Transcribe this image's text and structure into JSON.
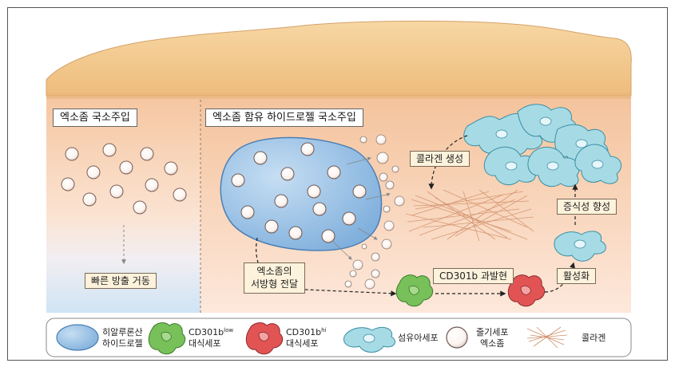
{
  "panels": {
    "left_title": "엑소좀 국소주입",
    "right_title": "엑소좀 함유 하이드로젤 국소주입"
  },
  "labels": {
    "fast_release": "빠른 방출 거동",
    "paracrine_line1": "엑소좀의",
    "paracrine_line2": "서방형 전달",
    "collagen_production": "콜라겐 생성",
    "cd301b_overexpression": "CD301b 과발현",
    "activation": "활성화",
    "proliferation": "증식성 향성"
  },
  "legend": {
    "hydrogel_line1": "히알루론산",
    "hydrogel_line2": "하이드로젤",
    "cd301b_low_prefix": "CD301b",
    "cd301b_low_sup": "low",
    "cd301b_low_line2": "대식세포",
    "cd301b_hi_prefix": "CD301b",
    "cd301b_hi_sup": "hi",
    "cd301b_hi_line2": "대식세포",
    "fibroblast": "섬유아세포",
    "stemcell_exosome_line1": "줄기세포",
    "stemcell_exosome_line2": "엑소좀",
    "collagen": "콜라겐"
  },
  "colors": {
    "skin_top": "#f1c98c",
    "tissue_top": "#f6c9a3",
    "tissue_bottom": "#fde9dc",
    "hydrogel": "#9cc3e6",
    "macrophage_low": "#77c05a",
    "macrophage_hi": "#e25454",
    "fibroblast": "#a6dbe5",
    "collagen": "#d9916a",
    "label_bg": "#fdf2dc"
  }
}
